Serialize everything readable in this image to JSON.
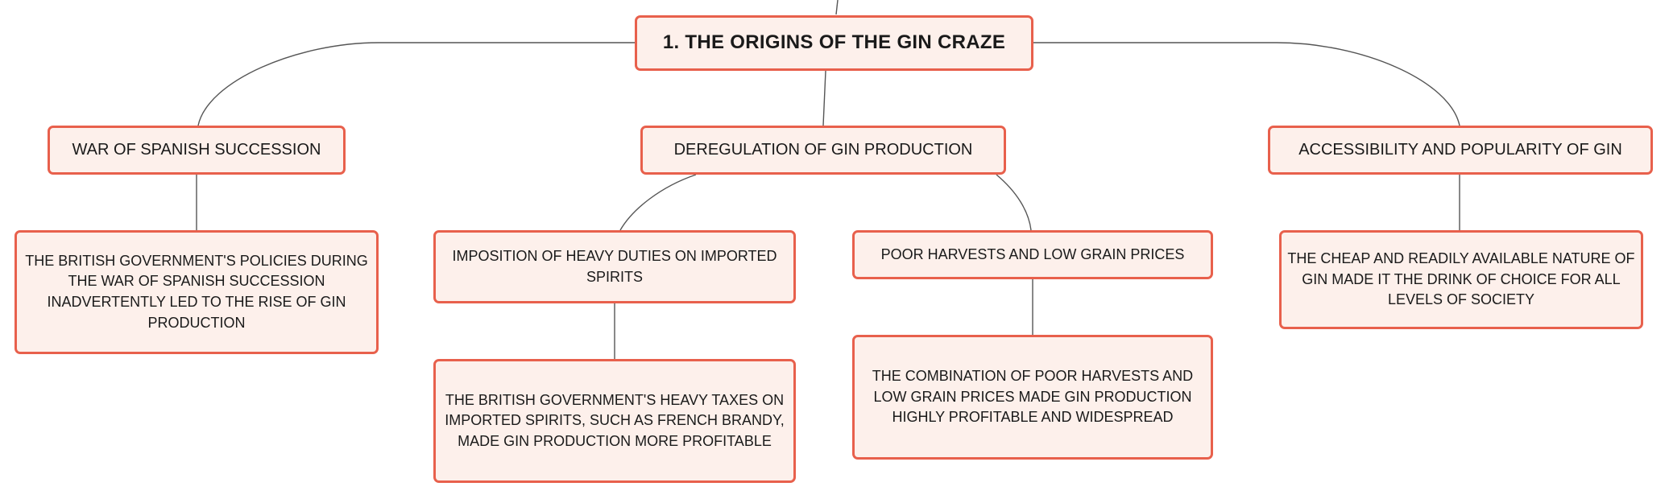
{
  "colors": {
    "node_border": "#e8604c",
    "node_fill": "#fdf0eb",
    "connector": "#555555",
    "text": "#1a1a1a"
  },
  "root": {
    "label": "1. THE ORIGINS OF THE GIN CRAZE"
  },
  "branches": [
    {
      "label": "WAR OF SPANISH SUCCESSION",
      "children": [
        {
          "label": "THE BRITISH GOVERNMENT'S POLICIES DURING THE WAR OF SPANISH SUCCESSION INADVERTENTLY LED TO THE RISE OF GIN PRODUCTION"
        }
      ]
    },
    {
      "label": "DEREGULATION OF GIN PRODUCTION",
      "children": [
        {
          "label": "IMPOSITION OF HEAVY DUTIES ON IMPORTED SPIRITS",
          "children": [
            {
              "label": "THE BRITISH GOVERNMENT'S HEAVY TAXES ON IMPORTED SPIRITS, SUCH AS FRENCH BRANDY, MADE GIN PRODUCTION MORE PROFITABLE"
            }
          ]
        },
        {
          "label": "POOR HARVESTS AND LOW GRAIN PRICES",
          "children": [
            {
              "label": "THE COMBINATION OF POOR HARVESTS AND LOW GRAIN PRICES MADE GIN PRODUCTION HIGHLY PROFITABLE AND WIDESPREAD"
            }
          ]
        }
      ]
    },
    {
      "label": "ACCESSIBILITY AND POPULARITY OF GIN",
      "children": [
        {
          "label": "THE CHEAP AND READILY AVAILABLE NATURE OF GIN MADE IT THE DRINK OF CHOICE FOR ALL LEVELS OF SOCIETY"
        }
      ]
    }
  ]
}
